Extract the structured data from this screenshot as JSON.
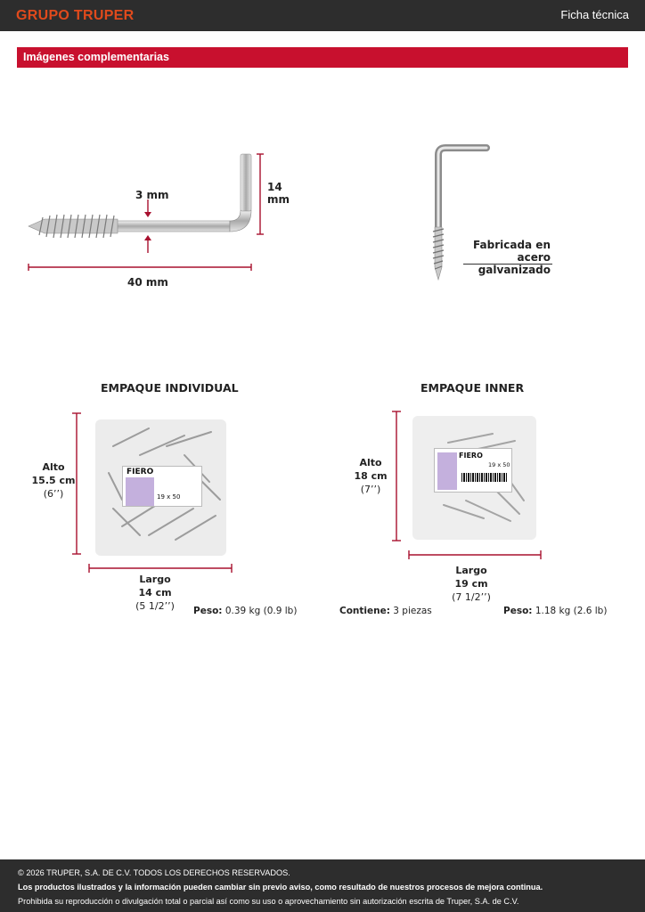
{
  "header": {
    "brand": "GRUPO TRUPER",
    "sheet_title": "Ficha técnica"
  },
  "section": {
    "title": "Imágenes complementarias"
  },
  "product_dims": {
    "diameter": "3 mm",
    "height_num": "14",
    "height_unit": "mm",
    "length": "40 mm"
  },
  "material_note": {
    "line1": "Fabricada en",
    "line2": "acero galvanizado"
  },
  "individual": {
    "heading": "EMPAQUE INDIVIDUAL",
    "alto_label": "Alto",
    "alto_value": "15.5 cm",
    "alto_inch": "(6’’)",
    "largo_label": "Largo",
    "largo_value": "14 cm",
    "largo_inch": "(5 1/2’’)",
    "peso_label": "Peso:",
    "peso_value": "0.39 kg (0.9 lb)",
    "bag_brand": "FIERO",
    "bag_size": "19 x 50"
  },
  "inner": {
    "heading": "EMPAQUE INNER",
    "alto_label": "Alto",
    "alto_value": "18 cm",
    "alto_inch": "(7’’)",
    "largo_label": "Largo",
    "largo_value": "19 cm",
    "largo_inch": "(7 1/2’’)",
    "contiene_label": "Contiene:",
    "contiene_value": "3 piezas",
    "peso_label": "Peso:",
    "peso_value": "1.18 kg (2.6 lb)",
    "bag_brand": "FIERO",
    "bag_size": "19 x 50"
  },
  "footer": {
    "line1": "© 2026 TRUPER, S.A. DE C.V. TODOS LOS DERECHOS RESERVADOS.",
    "line2": "Los productos ilustrados y la información pueden cambiar sin previo aviso, como resultado de nuestros procesos de mejora continua.",
    "line3": "Prohibida su reproducción o divulgación total o parcial así como su uso o aprovechamiento sin autorización escrita de Truper, S.A. de C.V."
  },
  "colors": {
    "accent": "#c8102e",
    "dark": "#2d2d2d",
    "brand_orange": "#e04a1c",
    "dim_line": "#a8102e"
  }
}
